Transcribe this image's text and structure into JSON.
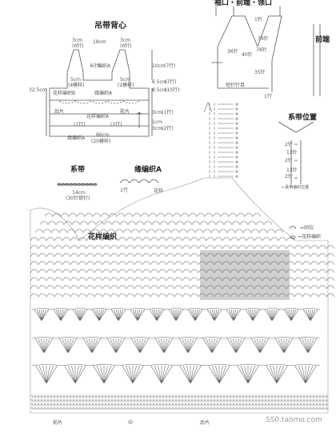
{
  "titles": {
    "strap_vest": "吊带背心",
    "cuff_hem_neck": "袖口・前端・领口",
    "front_end": "前端",
    "tie_position": "系带位置",
    "tie": "系带",
    "edging_a": "缘编织A",
    "pattern_stitch": "花样编织"
  },
  "vest_labels": {
    "w3cm_top": "3cm",
    "st6_top": "(6针)",
    "w18cm": "18cm",
    "w3cm_top_r": "3cm",
    "st6_top_r": "(6针)",
    "h10cm": "10cm",
    "h10cm_rows": "(7行)",
    "length": "32.5cm",
    "strap_a": "长针",
    "strap_b": "编织A",
    "center_a": "5cm",
    "center_a2": "(4模样)",
    "center_b": "5cm",
    "center_b2": "(2模样)",
    "h65cm": "6.5cm",
    "h65_rows": "(7行)",
    "h85cm": "8.5cm",
    "h85_rows": "(10行)",
    "pattern_b": "花样编织B",
    "edging_a_lbl": "缘编织A",
    "back": "后片",
    "back2": "前片",
    "pattern_a": "花样编织A",
    "h3cm": "3cm",
    "h3_rows": "(1行)",
    "h1cm": "1cm",
    "bottom_w": "86cm",
    "bottom_w2": "(20模样)",
    "hem_a": "缘编织A",
    "r_start": "3cm",
    "r_start2": "(2行)",
    "row_mark1": "(1行)",
    "row_mark2": "(1行)"
  },
  "cuff_labels": {
    "st1": "1针",
    "st79": "79针",
    "st36": "36针",
    "st40": "40针",
    "st35": "35针",
    "st78": "78针",
    "row1": "1行",
    "small": "短针针目"
  },
  "tie_labels": {
    "st2_top": "2针",
    "st13": "13针",
    "st2_mid": "2针",
    "st13b": "13针",
    "st2_bot": "2针",
    "note": "←系带编织位置"
  },
  "tie_section": {
    "length": "14cm",
    "chain": "(30针锁针)"
  },
  "edging_section": {
    "start": "1行",
    "pattern": "花样"
  },
  "legend": {
    "item1": "=同位",
    "item2": "=花样编织"
  },
  "bottom_labels": {
    "left": "前片",
    "center": "中",
    "right": "后片"
  },
  "watermark": "SS0.taomo.com"
}
